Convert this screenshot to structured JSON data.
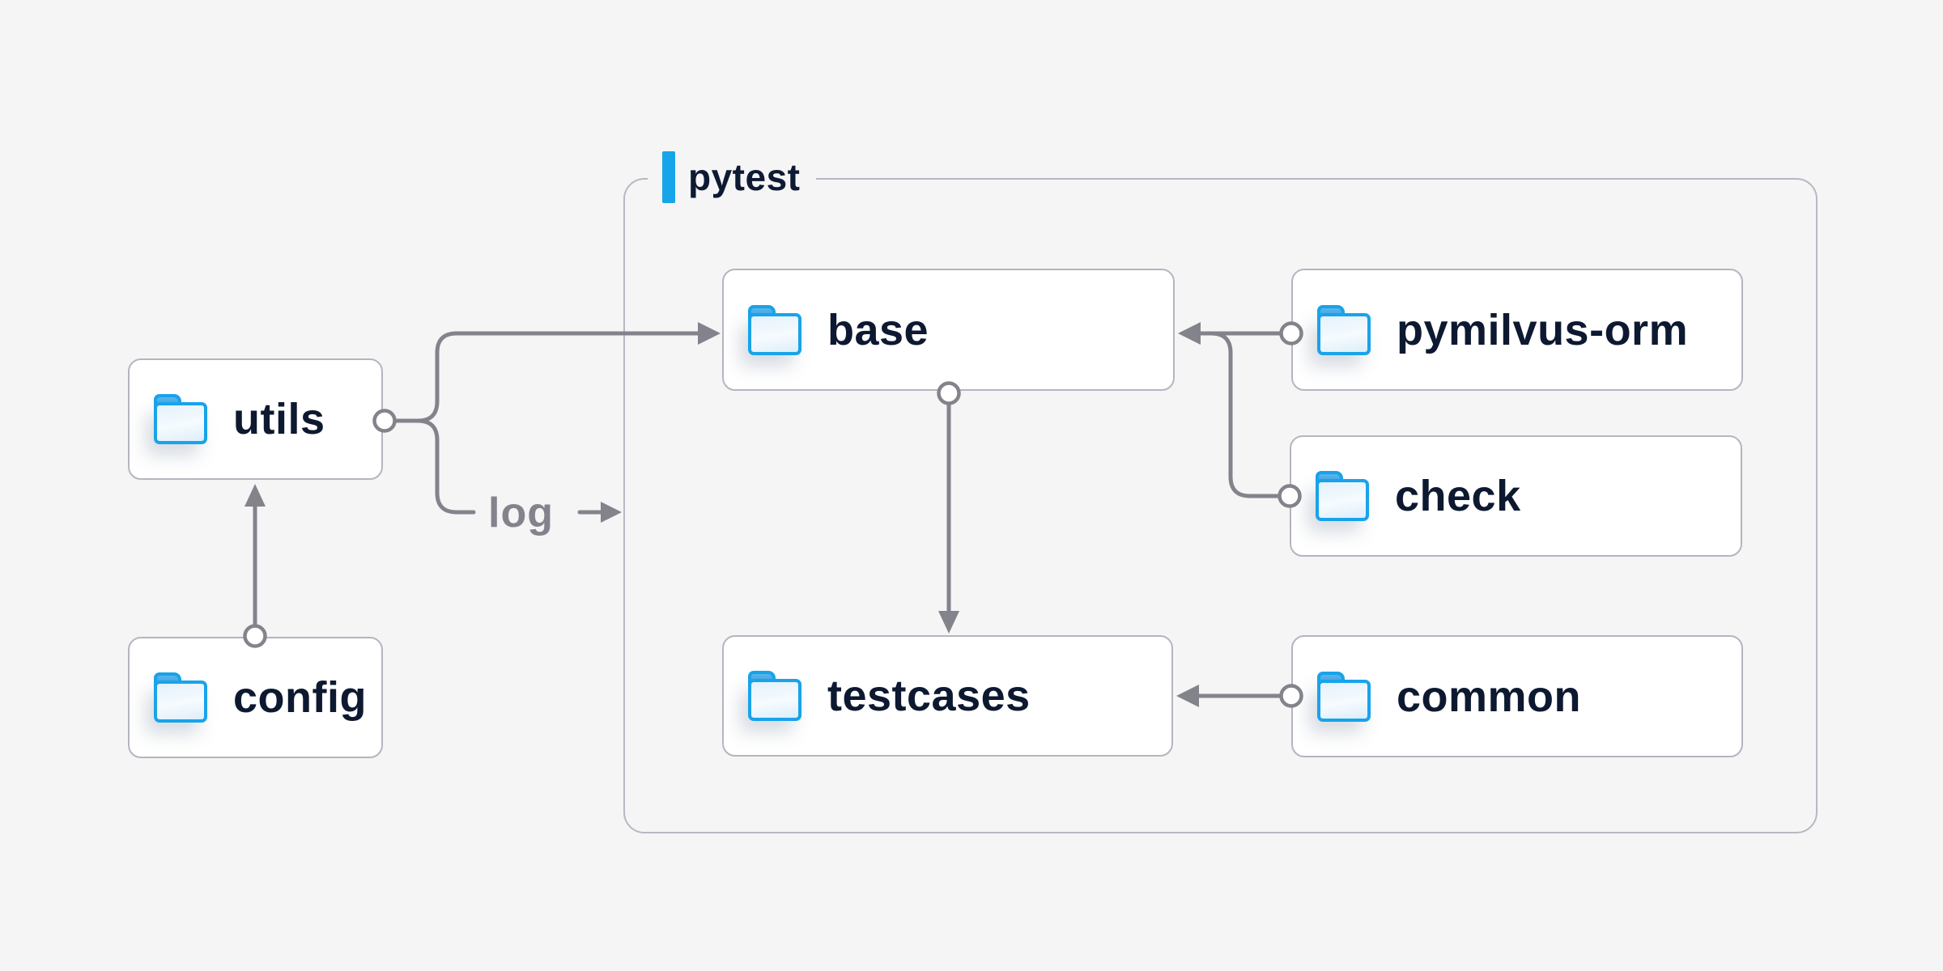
{
  "diagram": {
    "group": {
      "label": "pytest"
    },
    "nodes": {
      "utils": {
        "label": "utils"
      },
      "config": {
        "label": "config"
      },
      "base": {
        "label": "base"
      },
      "testcases": {
        "label": "testcases"
      },
      "pymilvus_orm": {
        "label": "pymilvus-orm"
      },
      "check": {
        "label": "check"
      },
      "common": {
        "label": "common"
      }
    },
    "edge_labels": {
      "log": "log"
    },
    "edges": [
      {
        "from": "utils",
        "to": "base"
      },
      {
        "from": "utils",
        "to": "pytest",
        "label": "log"
      },
      {
        "from": "config",
        "to": "utils"
      },
      {
        "from": "base",
        "to": "testcases"
      },
      {
        "from": "pymilvus-orm",
        "to": "base"
      },
      {
        "from": "check",
        "to": "base"
      },
      {
        "from": "common",
        "to": "testcases"
      }
    ],
    "colors": {
      "background": "#f5f5f6",
      "node_fill": "#ffffff",
      "node_border": "#b5b5c0",
      "group_border": "#b8b8c3",
      "connector": "#83838c",
      "label_text": "#0d1930",
      "accent_blue": "#16a5e9",
      "folder_blue": "#19a3ea"
    }
  }
}
